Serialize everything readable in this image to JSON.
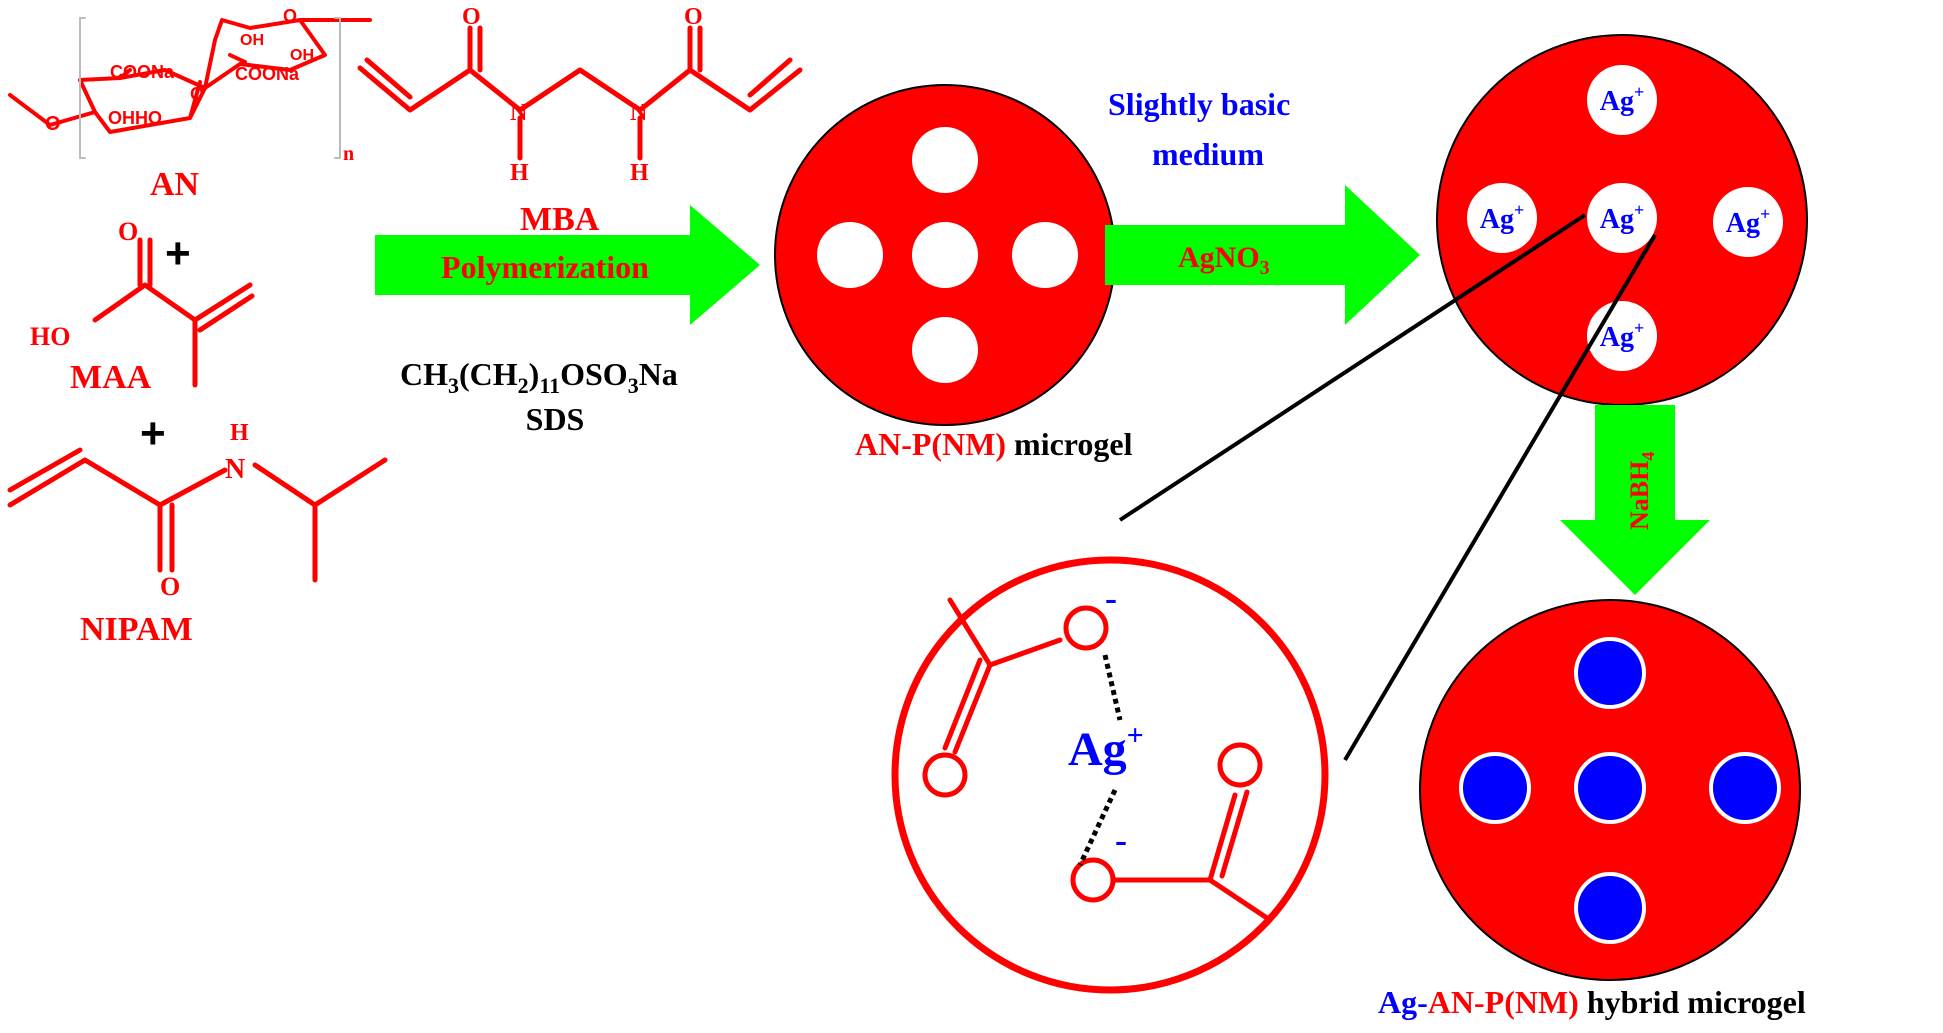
{
  "colors": {
    "red": "#ff0000",
    "blue": "#0000ff",
    "green": "#00ff00",
    "black": "#000000",
    "white": "#ffffff"
  },
  "structures": {
    "an": {
      "label": "AN",
      "n": "n",
      "coona_1": "COONa",
      "coona_2": "COONa",
      "oh_ho": "OHHO",
      "oh_1": "OH",
      "oh_2": "OH",
      "o_1": "O",
      "o_2": "O",
      "o_3": "O"
    },
    "mba": {
      "label": "MBA",
      "o": "O",
      "n": "N",
      "h": "H"
    },
    "maa": {
      "label": "MAA",
      "o": "O",
      "ho": "HO"
    },
    "nipam": {
      "label": "NIPAM",
      "o": "O",
      "h": "H",
      "n": "N"
    },
    "plus": "+"
  },
  "steps": {
    "polymerization": "Polymerization",
    "sds_formula": {
      "p1": "CH",
      "s1": "3",
      "p2": "(CH",
      "s2": "2",
      "p3": ")",
      "s3": "11",
      "p4": "OSO",
      "s4": "3",
      "p5": "Na"
    },
    "sds": "SDS",
    "agno3": {
      "main": "AgNO",
      "sub": "3"
    },
    "medium_line1": "Slightly basic",
    "medium_line2": "medium",
    "nabh4": {
      "main": "NaBH",
      "sub": "4"
    }
  },
  "labels": {
    "an_p_nm": "AN-P(NM)",
    "microgel": " microgel",
    "ag_prefix": "Ag-",
    "hybrid_an_p_nm": "AN-P(NM)",
    "hybrid_suffix": " hybrid microgel"
  },
  "ions": {
    "ag": "Ag",
    "plus": "+",
    "minus": "-"
  }
}
